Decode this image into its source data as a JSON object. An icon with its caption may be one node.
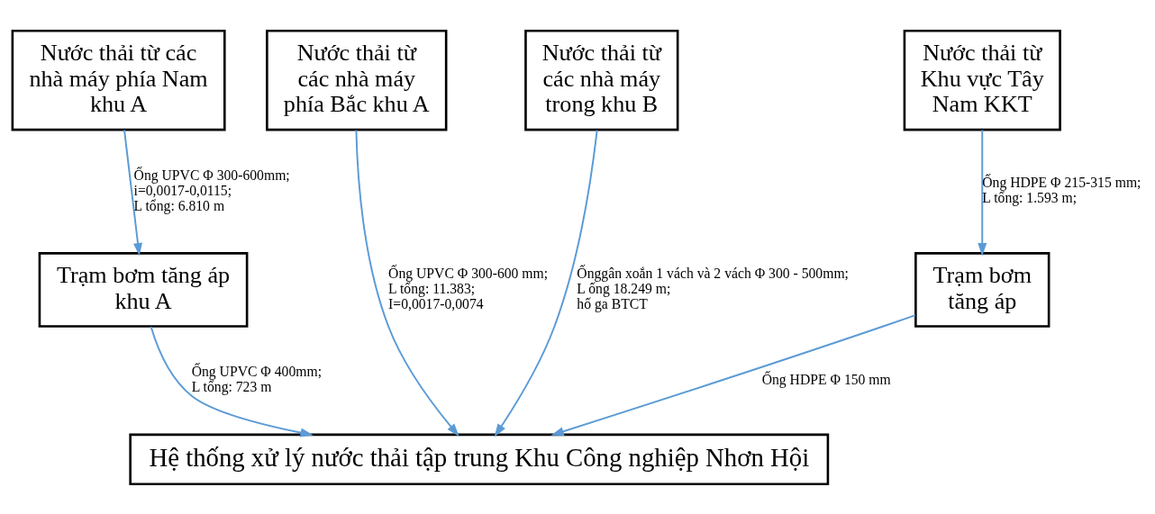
{
  "diagram": {
    "nodes": [
      {
        "text": [
          "Nước thải từ các nhà máy phía Nam khu A"
        ]
      },
      {
        "text": [
          "Nước thải từ các nhà máy phía Bắc khu A"
        ]
      },
      {
        "text": [
          "Nước thải từ Khu vực Tây Nam KKT"
        ]
      },
      {
        "text": [
          "Nước thải từ các nhà máy trong khu B"
        ]
      },
      {
        "text": [
          "Trạm bơm tăng áp khu A"
        ]
      },
      {
        "text": [
          "Trạm bơm tăng áp"
        ]
      },
      {
        "text": [
          "Hệ thống xử lý nước thải tập trung Khu Công nghiệp Nhơn Hội"
        ]
      }
    ],
    "edges": [
      {
        "from": 0,
        "to": 4,
        "arrow": "to",
        "label": "Ống UPVC Φ 300-600mm; i=0,0017-0,0115; L tổng: 6.810 m"
      },
      {
        "from": 1,
        "to": 6,
        "arrow": "to",
        "label": "Ống UPVC Φ 300-600 mm; L tổng: 11.383; I=0,0017-0,0074"
      },
      {
        "from": 2,
        "to": 5,
        "arrow": "to",
        "label": "Ống HDPE Φ 215-315 mm; L tổng: 1.593 m;"
      },
      {
        "from": 3,
        "to": 6,
        "arrow": "to",
        "label": "Ốnggân xoắn 1 vách và 2 vách Φ 300 - 500mm; L ống 18.249 m; hố ga BTCT"
      },
      {
        "from": 4,
        "to": 6,
        "arrow": "to",
        "label": "Ống UPVC Φ 400mm; L tổng: 723 m"
      },
      {
        "from": 5,
        "to": 6,
        "arrow": "to",
        "label": "Ống HDPE Φ 150 mm"
      }
    ]
  }
}
